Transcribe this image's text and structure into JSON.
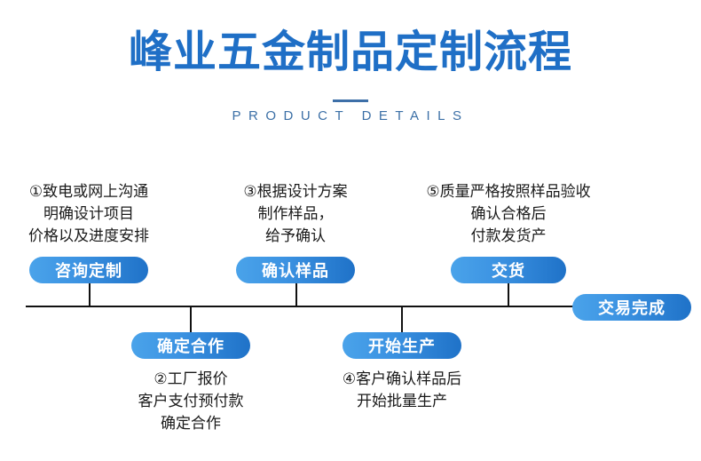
{
  "header": {
    "title": "峰业五金制品定制流程",
    "subtitle": "PRODUCT DETAILS",
    "title_color": "#1f6fc6",
    "subtitle_color": "#3b6fa6"
  },
  "flow": {
    "accent_start": "#4aa3ea",
    "accent_end": "#1f72c8",
    "axis_color": "#111111",
    "steps": [
      {
        "number": "①",
        "button_label": "咨询定制",
        "position": "top",
        "lines": [
          "①致电或网上沟通",
          "明确设计项目",
          "价格以及进度安排"
        ]
      },
      {
        "number": "②",
        "button_label": "确定合作",
        "position": "bottom",
        "lines": [
          "②工厂报价",
          "客户支付预付款",
          "确定合作"
        ]
      },
      {
        "number": "③",
        "button_label": "确认样品",
        "position": "top",
        "lines": [
          "③根据设计方案",
          "制作样品，",
          "给予确认"
        ]
      },
      {
        "number": "④",
        "button_label": "开始生产",
        "position": "bottom",
        "lines": [
          "④客户确认样品后",
          "开始批量生产"
        ]
      },
      {
        "number": "⑤",
        "button_label": "交货",
        "position": "top",
        "lines": [
          "⑤质量严格按照样品验收",
          "确认合格后",
          "付款发货产"
        ]
      }
    ],
    "final_label": "交易完成"
  }
}
